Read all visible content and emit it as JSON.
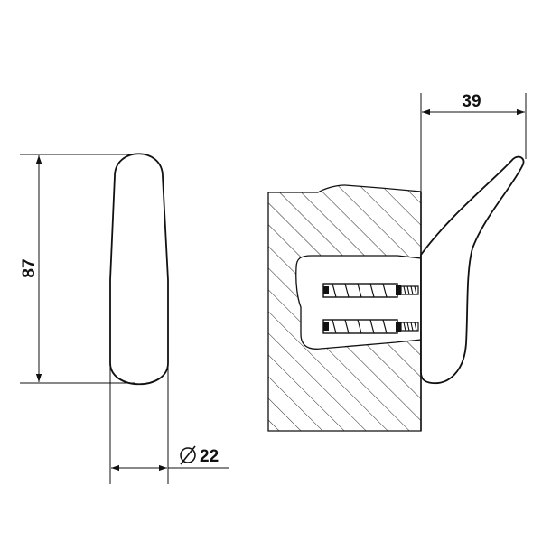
{
  "drawing": {
    "dimensions": {
      "height": "87",
      "projection": "39",
      "diameter_symbol": "⌀",
      "diameter": "22"
    }
  }
}
